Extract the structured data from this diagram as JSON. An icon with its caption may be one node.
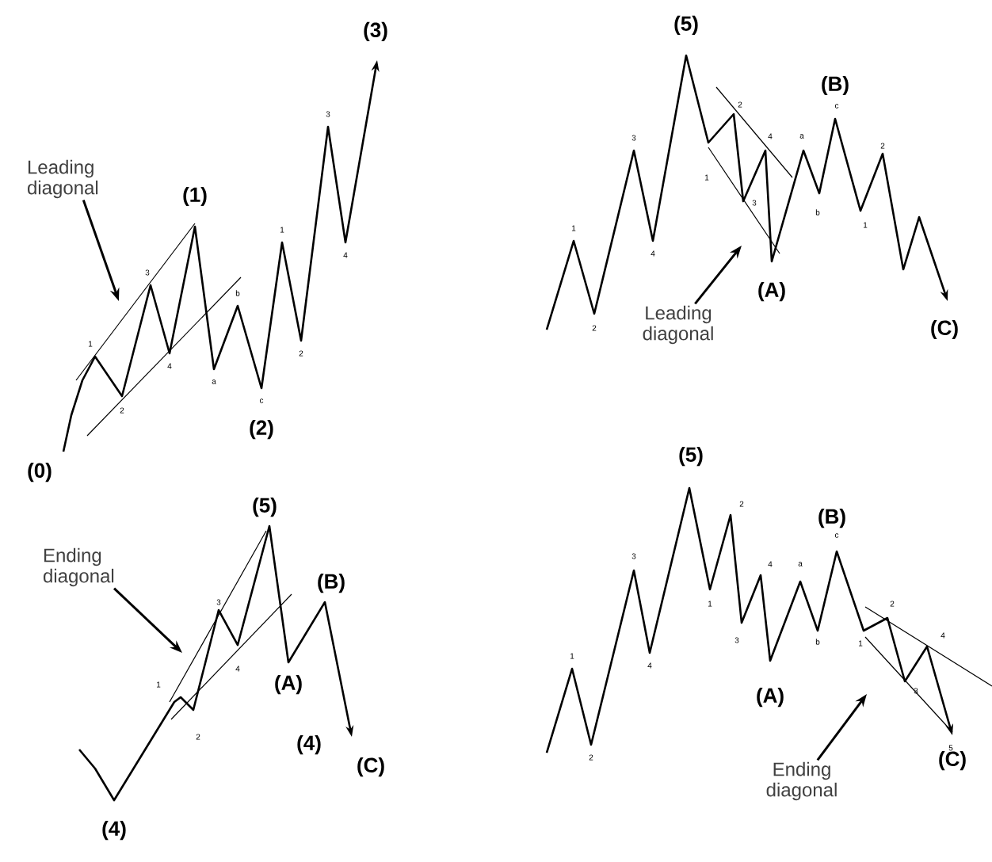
{
  "diagram": {
    "nodes": [
      {
        "text": [
          "Leading diagonal"
        ]
      },
      {
        "text": [
          "Leading diagonal"
        ]
      },
      {
        "text": [
          "Ending diagonal"
        ]
      },
      {
        "text": [
          "Ending diagonal"
        ]
      }
    ],
    "edges": [
      {
        "from": 0,
        "to": null,
        "arrow": "to"
      },
      {
        "from": 1,
        "to": null,
        "arrow": "to"
      },
      {
        "from": 2,
        "to": null,
        "arrow": "to"
      },
      {
        "from": 3,
        "to": null,
        "arrow": "to"
      }
    ],
    "labels": [
      "(3)",
      "3",
      "(1)",
      "1",
      "3",
      "b",
      "4",
      "1",
      "2",
      "4",
      "a",
      "2",
      "c",
      "(2)",
      "(0)",
      "(5)",
      "(B)",
      "2",
      "c",
      "4",
      "a",
      "3",
      "1",
      "1",
      "2",
      "b",
      "4",
      "3",
      "1",
      "(A)",
      "2",
      "(C)",
      "(5)",
      "(B)",
      "3",
      "1",
      "4",
      "(A)",
      "2",
      "(4)",
      "(C)",
      "(4)",
      "(5)",
      "(B)",
      "2",
      "c",
      "3",
      "4",
      "a",
      "1",
      "4",
      "1",
      "2",
      "3",
      "b",
      "(A)",
      "2",
      "4",
      "1",
      "3",
      "5",
      "(C)"
    ]
  }
}
